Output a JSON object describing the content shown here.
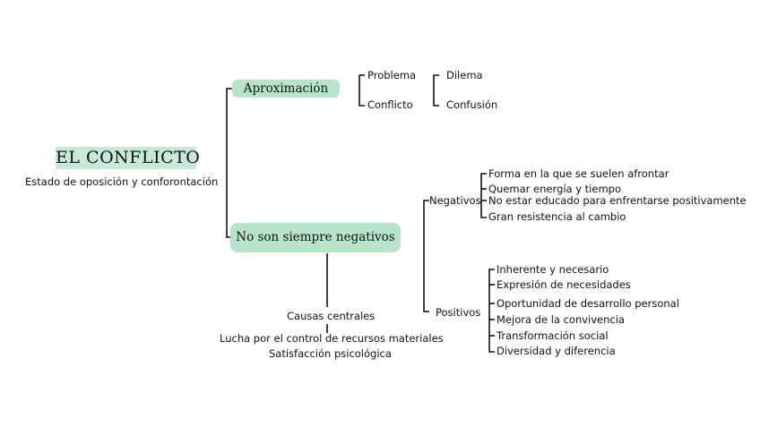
{
  "main": {
    "title": "EL CONFLICTO",
    "subtitle": "Estado de oposición y conforontación"
  },
  "aproximacion": {
    "label": "Aproximación",
    "items": [
      "Problema",
      "Conflicto"
    ],
    "sub_items": [
      "Dilema",
      "Confusión"
    ]
  },
  "negativos_branch": {
    "label": "No son siempre negativos",
    "causas": {
      "label": "Causas centrales",
      "items": [
        "Lucha por el control de recursos materiales",
        "Satisfacción psicológica"
      ]
    },
    "negativos": {
      "label": "Negativos",
      "items": [
        "Forma en la que se suelen afrontar",
        "Quemar energía y tiempo",
        "No estar educado para enfrentarse positivamente",
        "Gran resistencia al cambio"
      ]
    },
    "positivos": {
      "label": "Positivos",
      "items": [
        "Inherente y necesario",
        "Expresión de necesidades",
        "Oportunidad de desarrollo personal",
        "Mejora de la convivencia",
        "Transformación social",
        "Diversidad y diferencia"
      ]
    }
  },
  "colors": {
    "accent": "#b7e5cc",
    "title_bg": "#c6ead9",
    "line": "#111111"
  }
}
